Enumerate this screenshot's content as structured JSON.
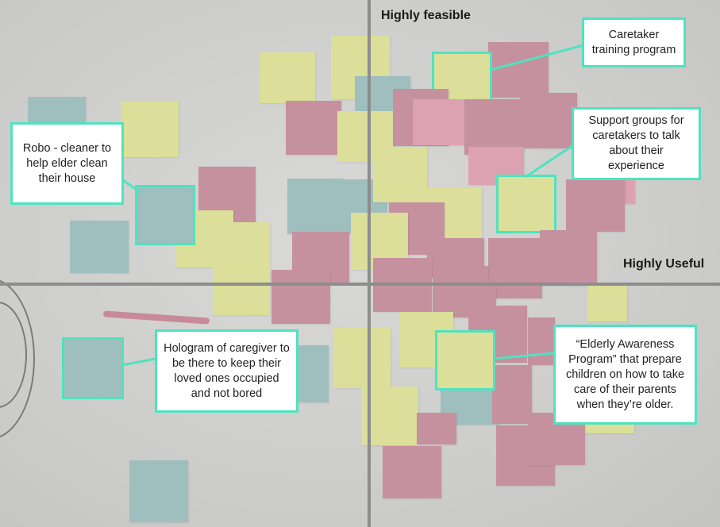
{
  "labels": {
    "top": "Highly feasible",
    "right": "Highly Useful"
  },
  "callouts": {
    "caretaker_training": "Caretaker training program",
    "support_groups": "Support groups for caretakers to talk about their experience",
    "robo_cleaner": "Robo - cleaner to help elder clean their house",
    "hologram": "Hologram of caregiver to be there to keep their loved ones occupied and not bored",
    "awareness_program": "“Elderly Awareness Program” that prepare children on how to take care of their parents when they’re older."
  },
  "colors": {
    "callout_accent": "#4fe3bf",
    "note_yellow": "#dbdf9a",
    "note_pink": "#c6919f",
    "note_blue": "#9fbfbf",
    "axis": "#8d8d8d"
  }
}
